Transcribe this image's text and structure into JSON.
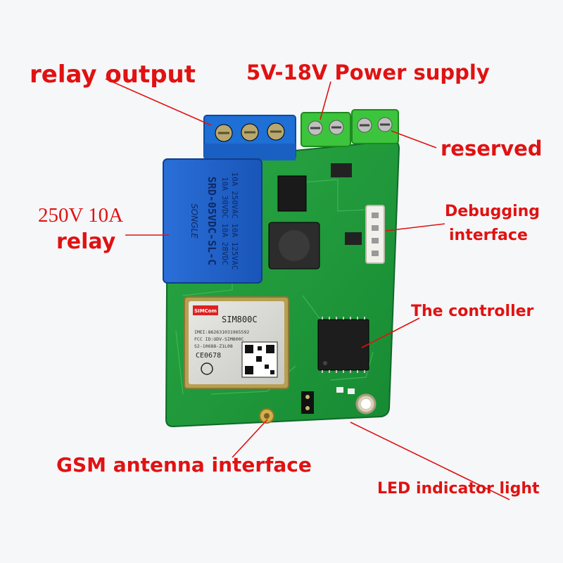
{
  "labels": {
    "relay_output": "relay output",
    "power_supply": "5V-18V Power supply",
    "reserved": "reserved",
    "relay_rating_line1": "250V 10A",
    "relay_rating_line2": "relay",
    "debugging_line1": "Debugging",
    "debugging_line2": "interface",
    "controller": "The controller",
    "gsm_antenna": "GSM antenna interface",
    "led_indicator": "LED indicator light"
  },
  "relay": {
    "brand": "SONGLE",
    "model": "SRD-05VDC-SL-C",
    "rating1": "10A 250VAC 10A 125VAC",
    "rating2": "10A 30VDC 10A 28VDC"
  },
  "module": {
    "brand": "SIMCom",
    "model": "SIM800C",
    "imei": "IMEI:862631031965592",
    "fcc": "FCC ID:UDV-SIM800C",
    "serial": "S2-10688-Z1L08",
    "ce": "CE0678"
  },
  "colors": {
    "label_red": "#e01212",
    "pcb_green": "#1f9a3a",
    "relay_blue": "#1f5fc8",
    "terminal_green": "#3cc43c",
    "terminal_blue": "#1e6fd6"
  }
}
